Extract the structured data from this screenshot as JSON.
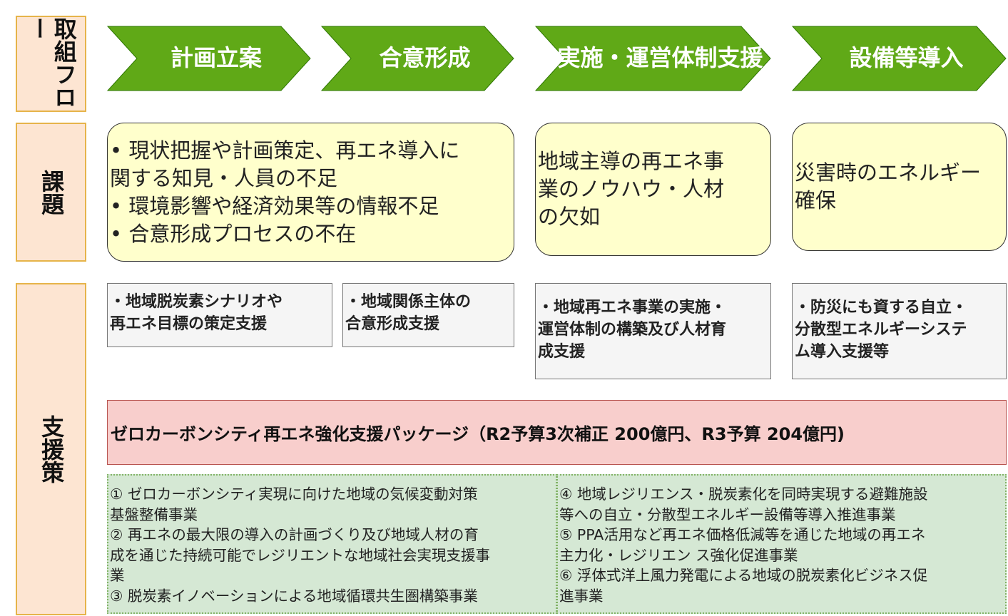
{
  "row_labels": {
    "flow": "取組フロー",
    "issues": "課題",
    "support": "支援策"
  },
  "flow_steps": [
    {
      "lines": [
        "計画立案"
      ]
    },
    {
      "lines": [
        "合意形成"
      ]
    },
    {
      "lines": [
        "実施・運営",
        "体制支援"
      ]
    },
    {
      "lines": [
        "設備等導入"
      ]
    }
  ],
  "issues": [
    {
      "lines": [
        "• 現状把握や計画策定、再エネ導入に",
        "関する知見・人員の不足",
        "• 環境影響や経済効果等の情報不足",
        "• 合意形成プロセスの不在"
      ]
    },
    {
      "lines": [
        "地域主導の再エネ事",
        "業のノウハウ・人材",
        "の欠如"
      ]
    },
    {
      "lines": [
        "災害時のエネルギー",
        "確保"
      ]
    }
  ],
  "supports": [
    {
      "lines": [
        "・地域脱炭素シナリオや",
        "再エネ目標の策定支援"
      ]
    },
    {
      "lines": [
        "・地域関係主体の",
        "合意形成支援"
      ]
    },
    {
      "lines": [
        "・地域再エネ事業の実施・",
        "運営体制の構築及び人材育",
        "成支援"
      ]
    },
    {
      "lines": [
        "・防災にも資する自立・",
        "分散型エネルギーシステ",
        "ム導入支援等"
      ]
    }
  ],
  "package_title": "ゼロカーボンシティ再エネ強化支援パッケージ（R2予算3次補正 200億円、R3予算 204億円)",
  "programs_left": [
    "① ゼロカーボンシティ実現に向けた地域の気候変動対策",
    "基盤整備事業",
    "② 再エネの最大限の導入の計画づくり及び地域人材の育",
    "成を通じた持続可能でレジリエントな地域社会実現支援事",
    "業",
    "③ 脱炭素イノベーションによる地域循環共生圏構築事業"
  ],
  "programs_right": [
    "④ 地域レジリエンス・脱炭素化を同時実現する避難施設",
    "等への自立・分散型エネルギー設備等導入推進事業",
    "⑤ PPA活用など再エネ価格低減等を通じた地域の再エネ",
    "主力化・レジリエン ス強化促進事業",
    "⑥ 浮体式洋上風力発電による地域の脱炭素化ビジネス促",
    "進事業"
  ],
  "colors": {
    "arrow": "#60a917",
    "label_bg": "#fde5d2",
    "issue_bg": "#ffffcc",
    "package_bg": "#f8cecc",
    "program_bg": "#d5e8d4"
  }
}
